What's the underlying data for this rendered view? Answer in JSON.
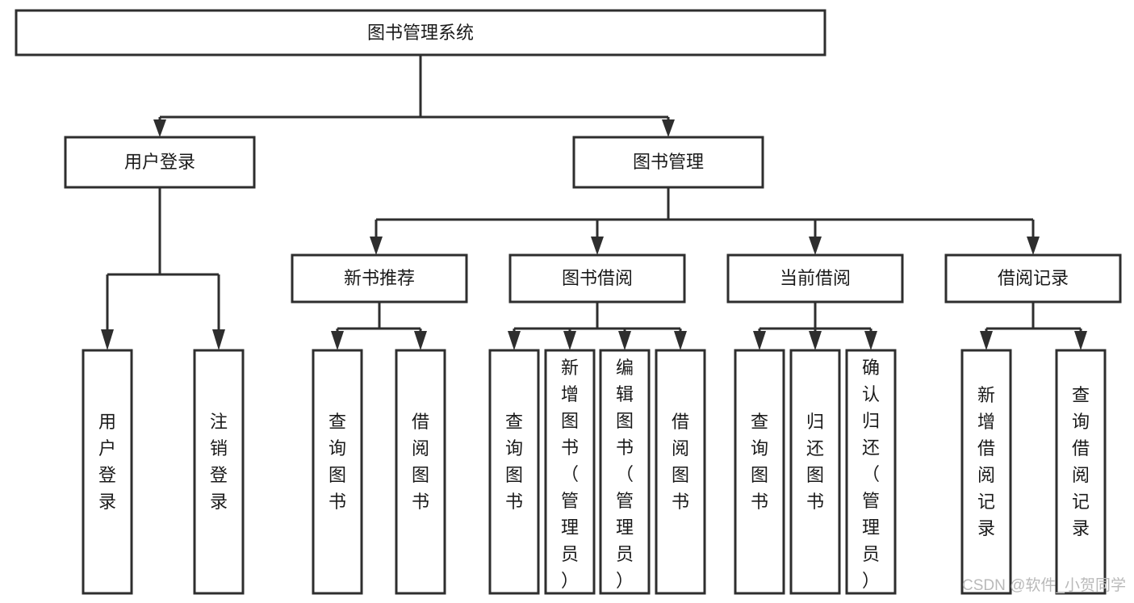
{
  "diagram": {
    "type": "tree-hierarchy-chart",
    "title_node": "图书管理系统",
    "background_color": "#ffffff",
    "line_color": "#2e2e2e",
    "text_color": "#1a1a1a",
    "levels": {
      "level1": [
        {
          "id": "root",
          "label": "图书管理系统",
          "orientation": "horizontal"
        }
      ],
      "level2": [
        {
          "id": "user-login",
          "label": "用户登录",
          "orientation": "horizontal"
        },
        {
          "id": "book-manage",
          "label": "图书管理",
          "orientation": "horizontal"
        }
      ],
      "level3": [
        {
          "id": "new-book-rec",
          "label": "新书推荐",
          "orientation": "horizontal"
        },
        {
          "id": "book-borrow",
          "label": "图书借阅",
          "orientation": "horizontal"
        },
        {
          "id": "current-borrow",
          "label": "当前借阅",
          "orientation": "horizontal"
        },
        {
          "id": "borrow-record",
          "label": "借阅记录",
          "orientation": "horizontal"
        }
      ],
      "level4": [
        {
          "id": "leaf-user-login",
          "label": "用户登录",
          "orientation": "vertical",
          "parent": "user-login"
        },
        {
          "id": "leaf-user-logout",
          "label": "注销登录",
          "orientation": "vertical",
          "parent": "user-login"
        },
        {
          "id": "leaf-query-book-1",
          "label": "查询图书",
          "orientation": "vertical",
          "parent": "new-book-rec"
        },
        {
          "id": "leaf-borrow-book-1",
          "label": "借阅图书",
          "orientation": "vertical",
          "parent": "new-book-rec"
        },
        {
          "id": "leaf-query-book-2",
          "label": "查询图书",
          "orientation": "vertical",
          "parent": "book-borrow"
        },
        {
          "id": "leaf-add-book",
          "label": "新增图书（管理员）",
          "orientation": "vertical",
          "parent": "book-borrow"
        },
        {
          "id": "leaf-edit-book",
          "label": "编辑图书（管理员）",
          "orientation": "vertical",
          "parent": "book-borrow"
        },
        {
          "id": "leaf-borrow-book-2",
          "label": "借阅图书",
          "orientation": "vertical",
          "parent": "book-borrow"
        },
        {
          "id": "leaf-query-book-3",
          "label": "查询图书",
          "orientation": "vertical",
          "parent": "current-borrow"
        },
        {
          "id": "leaf-return-book",
          "label": "归还图书",
          "orientation": "vertical",
          "parent": "current-borrow"
        },
        {
          "id": "leaf-confirm-return",
          "label": "确认归还（管理员）",
          "orientation": "vertical",
          "parent": "current-borrow"
        },
        {
          "id": "leaf-add-record",
          "label": "新增借阅记录",
          "orientation": "vertical",
          "parent": "borrow-record"
        },
        {
          "id": "leaf-query-record",
          "label": "查询借阅记录",
          "orientation": "vertical",
          "parent": "borrow-record"
        }
      ]
    }
  },
  "watermark": {
    "text": "CSDN @软件_小贺同学",
    "color": "#b9b9b9"
  }
}
